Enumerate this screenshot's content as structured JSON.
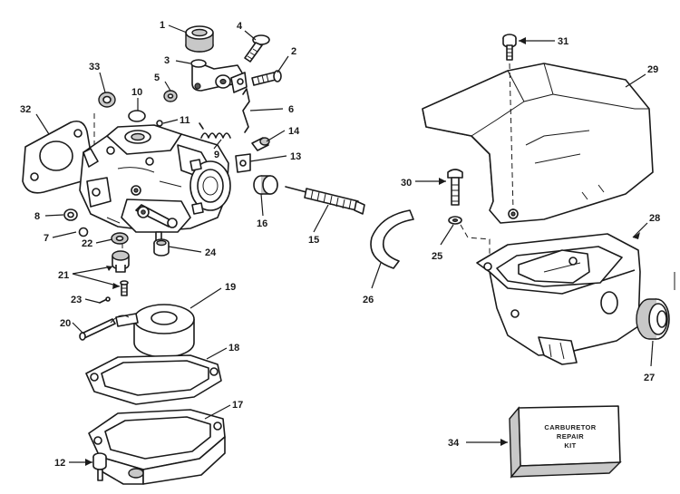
{
  "callouts": {
    "p1": "1",
    "p2": "2",
    "p3": "3",
    "p4": "4",
    "p5": "5",
    "p6": "6",
    "p7": "7",
    "p8": "8",
    "p9": "9",
    "p10": "10",
    "p11": "11",
    "p12": "12",
    "p13": "13",
    "p14": "14",
    "p15": "15",
    "p16": "16",
    "p17": "17",
    "p18": "18",
    "p19": "19",
    "p20": "20",
    "p21": "21",
    "p22": "22",
    "p23": "23",
    "p24": "24",
    "p25": "25",
    "p26": "26",
    "p27": "27",
    "p28": "28",
    "p29": "29",
    "p30": "30",
    "p31": "31",
    "p32": "32",
    "p33": "33",
    "p34": "34"
  },
  "kit_box": {
    "line1": "CARBURETOR",
    "line2": "REPAIR",
    "line3": "KIT"
  }
}
